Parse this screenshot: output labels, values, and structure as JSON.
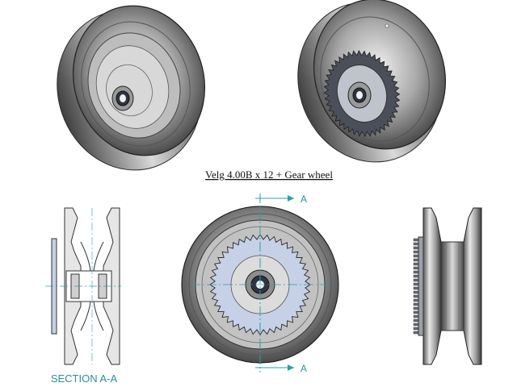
{
  "title": "Velg 4.00B x 12 + Gear wheel",
  "section_label": "SECTION A-A",
  "section_marker_top": "A",
  "section_marker_bottom": "A",
  "colors": {
    "metal_dark": "#3c3c3c",
    "metal_mid": "#8e8e8e",
    "metal_light": "#e2e2e2",
    "gear_blue": "#c6d0e6",
    "annotation_teal": "#2f8f92",
    "centerline_teal": "#2aa1a4"
  },
  "views": [
    {
      "name": "Isometric view - rim"
    },
    {
      "name": "Isometric view - rim with gear wheel"
    },
    {
      "name": "Section A-A"
    },
    {
      "name": "Front view"
    },
    {
      "name": "Side view"
    }
  ]
}
